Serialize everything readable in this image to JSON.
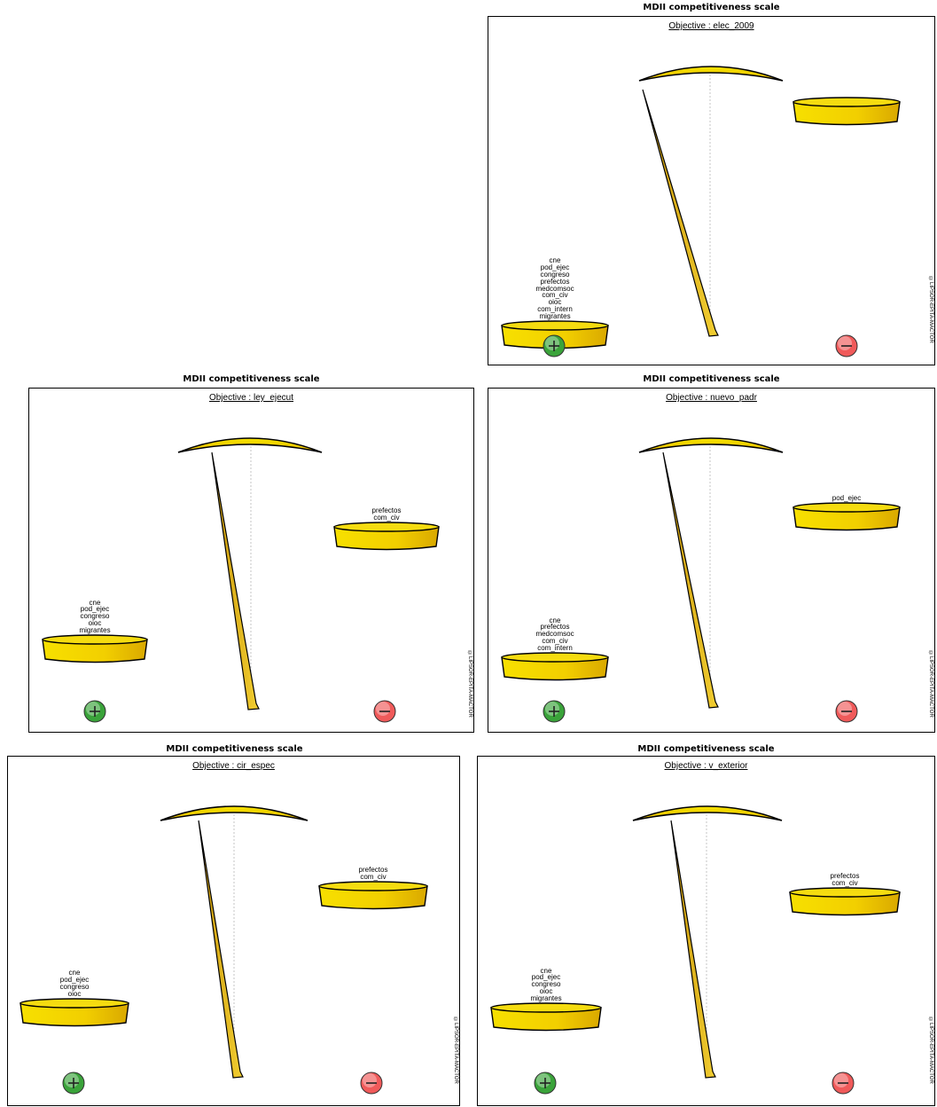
{
  "colors": {
    "pan_fill": "#f2d400",
    "pan_stroke": "#000000",
    "needle_light": "#f3cf32",
    "needle_dark": "#c89608",
    "plus_badge": "#3aa33a",
    "minus_badge": "#f05a5a",
    "frame": "#000000"
  },
  "icons": {
    "plus": "plus-circle-icon",
    "minus": "minus-circle-icon"
  },
  "charts": [
    {
      "title": "MDII competitiveness scale",
      "objective": "Objective : elec_2009",
      "tilt": "left-down",
      "plus_actors": [
        "cne",
        "pod_ejec",
        "congreso",
        "prefectos",
        "medcomsoc",
        "com_civ",
        "oioc",
        "com_intern",
        "migrantes"
      ],
      "minus_actors": [],
      "copyright": "©LIPSOR-EPITA-MACTOR"
    },
    {
      "title": "MDII competitiveness scale",
      "objective": "Objective : ley_ejecut",
      "tilt": "left-down",
      "plus_actors": [
        "cne",
        "pod_ejec",
        "congreso",
        "oioc",
        "migrantes"
      ],
      "minus_actors": [
        "prefectos",
        "com_civ"
      ],
      "copyright": "©LIPSOR-EPITA-MACTOR"
    },
    {
      "title": "MDII competitiveness scale",
      "objective": "Objective : nuevo_padr",
      "tilt": "left-down",
      "plus_actors": [
        "cne",
        "prefectos",
        "medcomsoc",
        "com_civ",
        "com_intern"
      ],
      "minus_actors": [
        "pod_ejec"
      ],
      "copyright": "©LIPSOR-EPITA-MACTOR"
    },
    {
      "title": "MDII competitiveness scale",
      "objective": "Objective : cir_espec",
      "tilt": "left-down",
      "plus_actors": [
        "cne",
        "pod_ejec",
        "congreso",
        "oioc"
      ],
      "minus_actors": [
        "prefectos",
        "com_civ"
      ],
      "copyright": "©LIPSOR-EPITA-MACTOR"
    },
    {
      "title": "MDII competitiveness scale",
      "objective": "Objective : v_exterior",
      "tilt": "left-down",
      "plus_actors": [
        "cne",
        "pod_ejec",
        "congreso",
        "oioc",
        "migrantes"
      ],
      "minus_actors": [
        "prefectos",
        "com_civ"
      ],
      "copyright": "©LIPSOR-EPITA-MACTOR"
    }
  ]
}
